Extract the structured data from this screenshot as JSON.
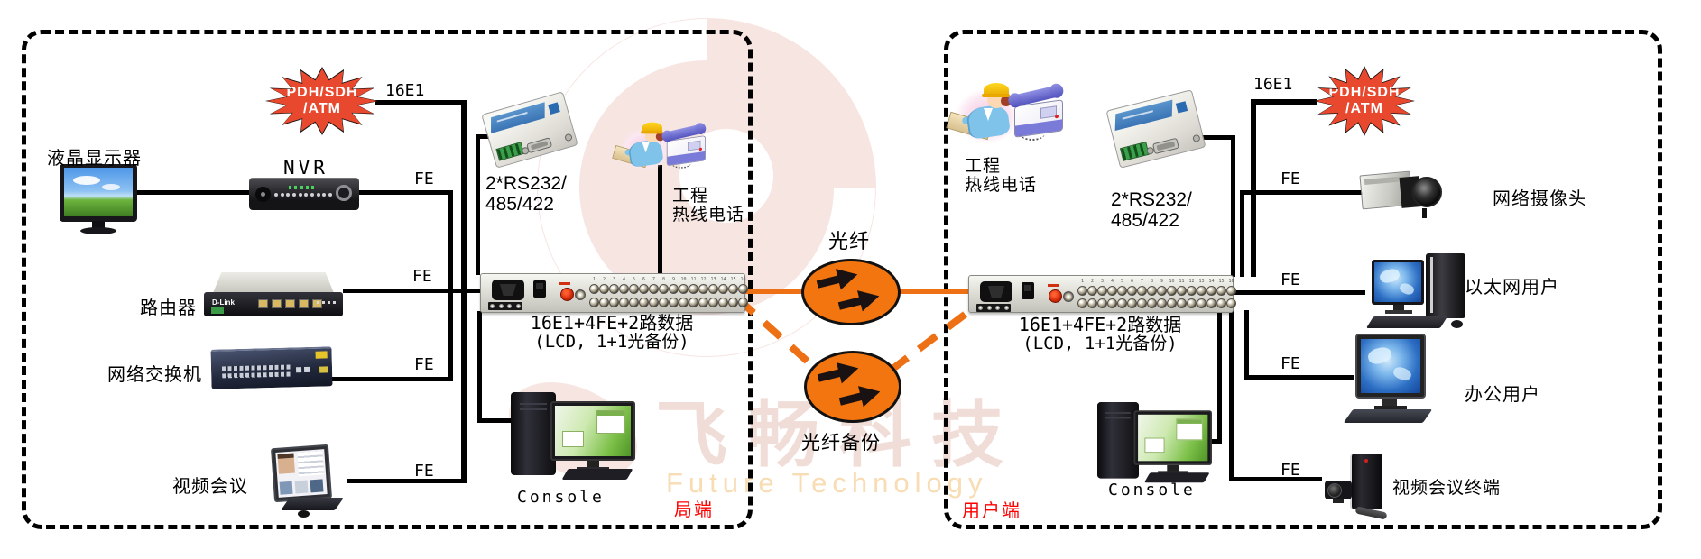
{
  "watermark": {
    "brand_cn": "飞畅科技",
    "brand_en": "Future Technology"
  },
  "fiber": {
    "main_label": "光纤",
    "backup_label": "光纤备份"
  },
  "mux_ports": 16,
  "colors": {
    "fiber_orange": "#ee7015",
    "burst_red": "#e8492e",
    "zone_label_red": "#ff0000"
  },
  "left": {
    "zone_label": "局端",
    "burst_line1": "PDH/SDH",
    "burst_line2": "/ATM",
    "trunk_label": "16E1",
    "monitor_label": "液晶显示器",
    "nvr_label": "NVR",
    "router_label": "路由器",
    "router_brand": "D-Link",
    "switch_label": "网络交换机",
    "videoconf_label": "视频会议",
    "rs232_line1": "2*RS232/",
    "rs232_line2": "485/422",
    "hotline_line1": "工程",
    "hotline_line2": "热线电话",
    "fe_nvr": "FE",
    "fe_router": "FE",
    "fe_switch": "FE",
    "fe_videoconf": "FE",
    "mux_line1": "16E1+4FE+2路数据",
    "mux_line2": "(LCD, 1+1光备份)",
    "console_label": "Console"
  },
  "right": {
    "zone_label": "用户端",
    "burst_line1": "PDH/SDH",
    "burst_line2": "/ATM",
    "trunk_label": "16E1",
    "hotline_line1": "工程",
    "hotline_line2": "热线电话",
    "rs232_line1": "2*RS232/",
    "rs232_line2": "485/422",
    "camera_label": "网络摄像头",
    "ethernet_label": "以太网用户",
    "office_label": "办公用户",
    "vc_terminal_label": "视频会议终端",
    "fe_camera": "FE",
    "fe_ethernet": "FE",
    "fe_office": "FE",
    "fe_vc_terminal": "FE",
    "mux_line1": "16E1+4FE+2路数据",
    "mux_line2": "(LCD, 1+1光备份)",
    "console_label": "Console"
  }
}
